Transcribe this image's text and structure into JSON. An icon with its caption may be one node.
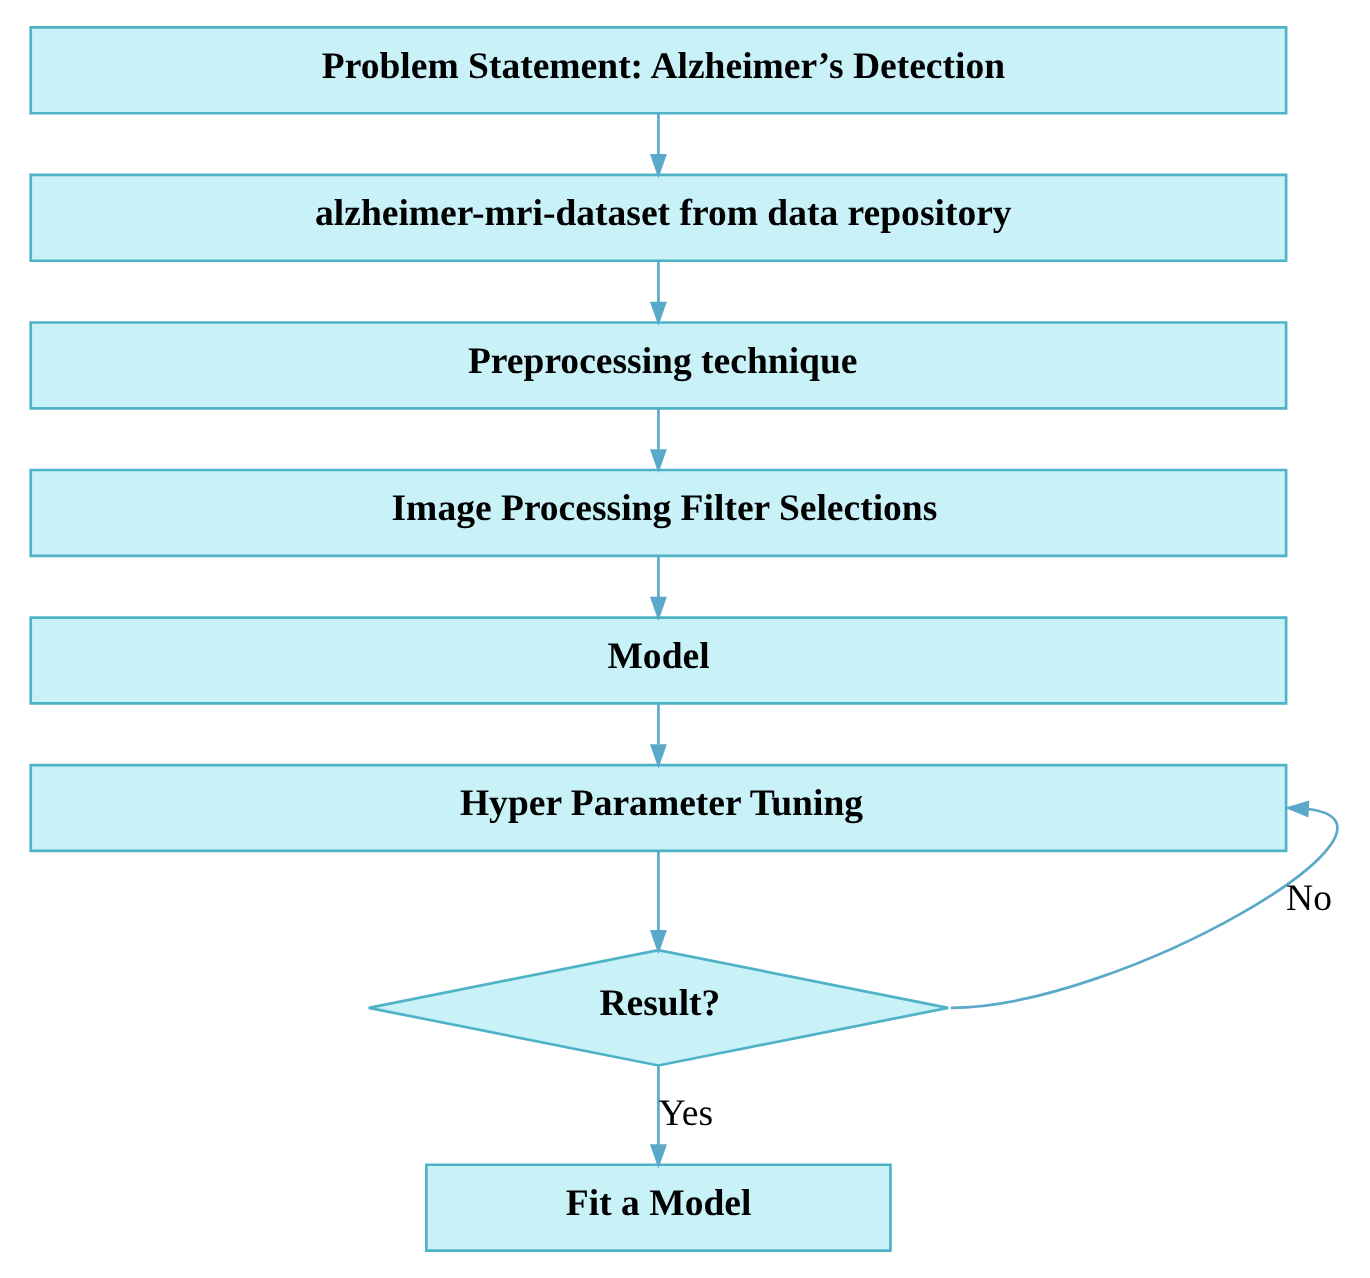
{
  "diagram": {
    "nodes": [
      {
        "text": [
          "Problem Statement: Alzheimer’s Detection"
        ]
      },
      {
        "text": [
          "alzheimer-mri-dataset from data repository"
        ]
      },
      {
        "text": [
          "Preprocessing technique"
        ]
      },
      {
        "text": [
          "Image Processing Filter Selections"
        ]
      },
      {
        "text": [
          "Model"
        ]
      },
      {
        "text": [
          "Hyper Parameter Tuning"
        ]
      },
      {
        "text": [
          "Result?"
        ]
      },
      {
        "text": [
          "Fit a Model"
        ]
      }
    ],
    "edges": [
      {
        "from": 0,
        "to": 1,
        "arrow": "to"
      },
      {
        "from": 1,
        "to": 2,
        "arrow": "to"
      },
      {
        "from": 2,
        "to": 3,
        "arrow": "to"
      },
      {
        "from": 3,
        "to": 4,
        "arrow": "to"
      },
      {
        "from": 4,
        "to": 5,
        "arrow": "to"
      },
      {
        "from": 5,
        "to": 6,
        "arrow": "to"
      },
      {
        "from": 6,
        "to": 7,
        "arrow": "to",
        "label": "Yes"
      },
      {
        "from": 6,
        "to": 5,
        "arrow": "to",
        "label": "No"
      }
    ]
  }
}
